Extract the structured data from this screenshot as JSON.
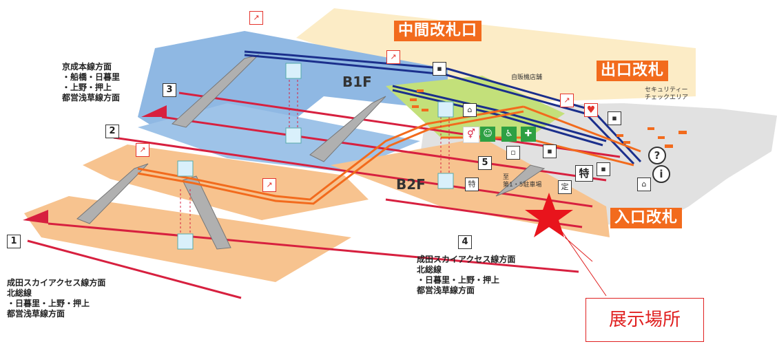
{
  "labels": {
    "middle_gate": "中間改札口",
    "exit_gate": "出口改札",
    "entrance_gate": "入口改札",
    "security_line1": "セキュリティー",
    "security_line2": "チェックエリア",
    "vending": "自販機店舗",
    "parking_line1": "至",
    "parking_line2": "第1・5駐車場",
    "exhibit": "展示場所"
  },
  "floors": {
    "b1f": "B1F",
    "b2f": "B2F"
  },
  "tracks": {
    "t1": "1",
    "t2": "2",
    "t3": "3",
    "t4": "4",
    "t5": "5"
  },
  "directions": {
    "track3": [
      "京成本線方面",
      "・船橋・日暮里",
      "・上野・押上",
      "都営浅草線方面"
    ],
    "track1": [
      "成田スカイアクセス線方面",
      "北総線",
      "・日暮里・上野・押上",
      "都営浅草線方面"
    ],
    "track4": [
      "成田スカイアクセス線方面",
      "北総線",
      "・日暮里・上野・押上",
      "都営浅草線方面"
    ]
  },
  "icon_glyphs": {
    "special1": "特",
    "special2": "特",
    "reserve": "定",
    "question": "?",
    "info": "i"
  },
  "colors": {
    "b1f_floor": "#8fb8e3",
    "b2f_floor": "#f7c38f",
    "concourse": "#e0e0e0",
    "green_zone": "#c3e07a",
    "route_blue": "#1b2f8c",
    "route_orange": "#f26b1d",
    "rail_red": "#d7203f",
    "star": "#e8141c"
  },
  "icons": [
    "escalator-icon",
    "elevator-icon",
    "ticket-machine-icon",
    "restroom-icon",
    "wheelchair-icon",
    "nursery-icon",
    "information-icon",
    "question-icon",
    "heart-icon",
    "exhibit-star-icon"
  ]
}
